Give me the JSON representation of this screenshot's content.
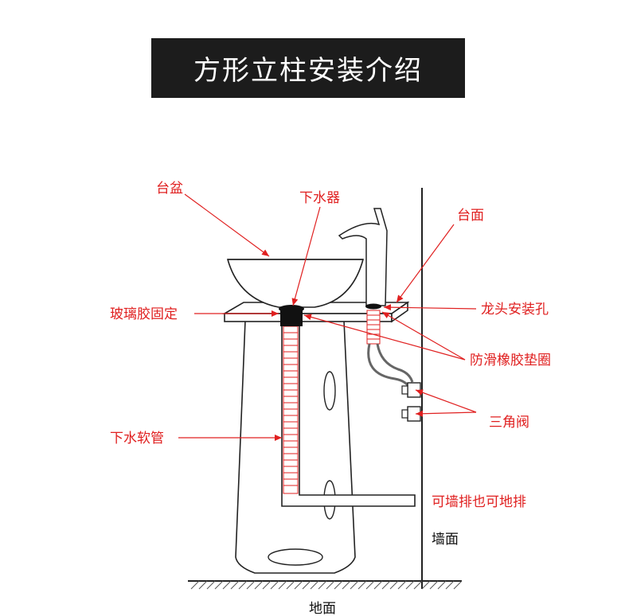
{
  "title": "方形立柱安装介绍",
  "labels": {
    "basin": "台盆",
    "drain": "下水器",
    "countertop": "台面",
    "glass_glue": "玻璃胶固定",
    "faucet_hole": "龙头安装孔",
    "rubber_gasket": "防滑橡胶垫圈",
    "angle_valve": "三角阀",
    "drain_hose": "下水软管",
    "wall_or_floor_drain": "可墙排也可地排",
    "wall": "墙面",
    "floor": "地面"
  },
  "colors": {
    "annotation": "#e02020",
    "line": "#222222",
    "title_bg": "#1c1c1c",
    "title_text": "#ffffff"
  }
}
